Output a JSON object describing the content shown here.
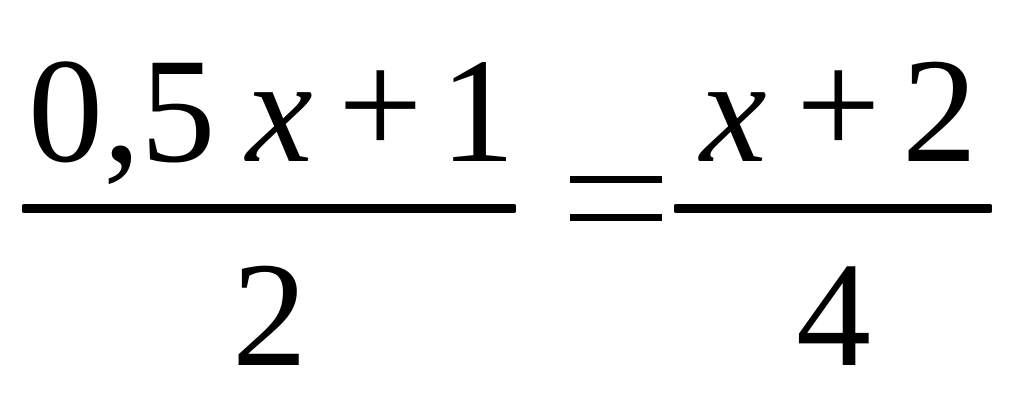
{
  "equation": {
    "left_fraction": {
      "numerator": {
        "coefficient": "0,5",
        "variable": "x",
        "operator": "+",
        "constant": "1"
      },
      "denominator": "2"
    },
    "relation": "=",
    "right_fraction": {
      "numerator": {
        "variable": "x",
        "operator": "+",
        "constant": "2"
      },
      "denominator": "4"
    }
  }
}
